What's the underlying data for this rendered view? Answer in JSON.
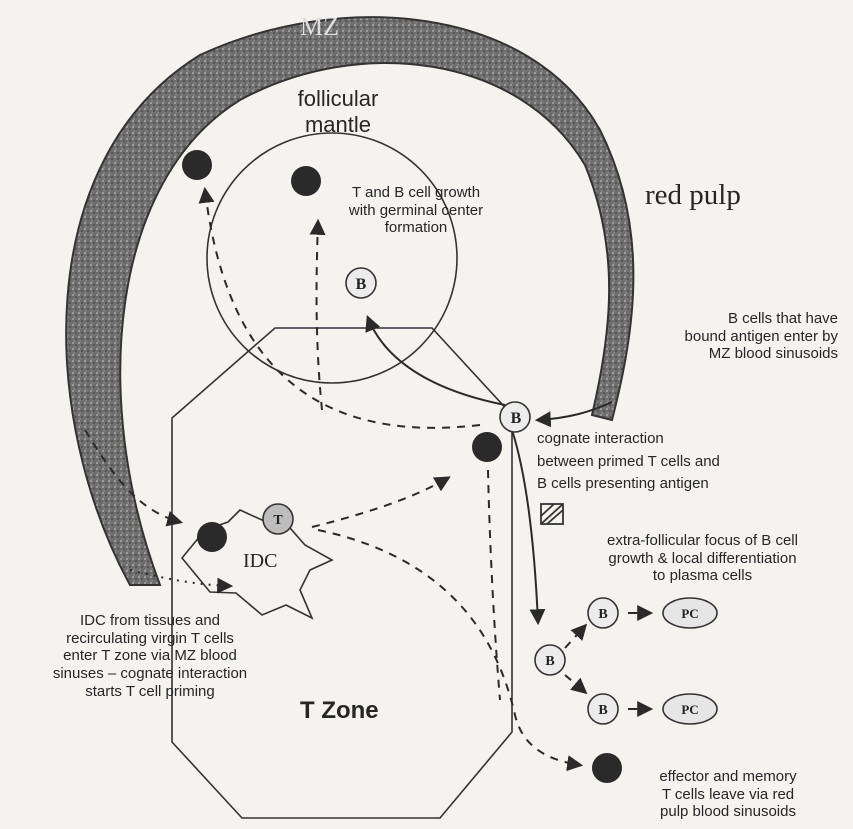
{
  "labels": {
    "mz": "MZ",
    "follicular_mantle_1": "follicular",
    "follicular_mantle_2": "mantle",
    "red_pulp": "red pulp",
    "germinal_1": "T and B cell growth",
    "germinal_2": "with germinal center",
    "germinal_3": "formation",
    "b_enter_1": "B cells that have",
    "b_enter_2": "bound antigen enter by",
    "b_enter_3": "MZ blood sinusoids",
    "cognate_1": "cognate interaction",
    "cognate_2": "between primed T cells and",
    "cognate_3": "B cells presenting antigen",
    "extra_1": "extra-follicular focus of B cell",
    "extra_2": "growth & local differentiation",
    "extra_3": "to plasma cells",
    "idc": "IDC",
    "idc_note_1": "IDC from tissues and",
    "idc_note_2": "recirculating virgin T cells",
    "idc_note_3": "enter T zone via MZ blood",
    "idc_note_4": "sinuses – cognate interaction",
    "idc_note_5": "starts T cell priming",
    "t_zone": "T Zone",
    "effector_1": "effector and memory",
    "effector_2": "T cells leave via red",
    "effector_3": "pulp blood sinusoids"
  },
  "cells": {
    "b": "B",
    "t": "T",
    "pc": "PC"
  }
}
